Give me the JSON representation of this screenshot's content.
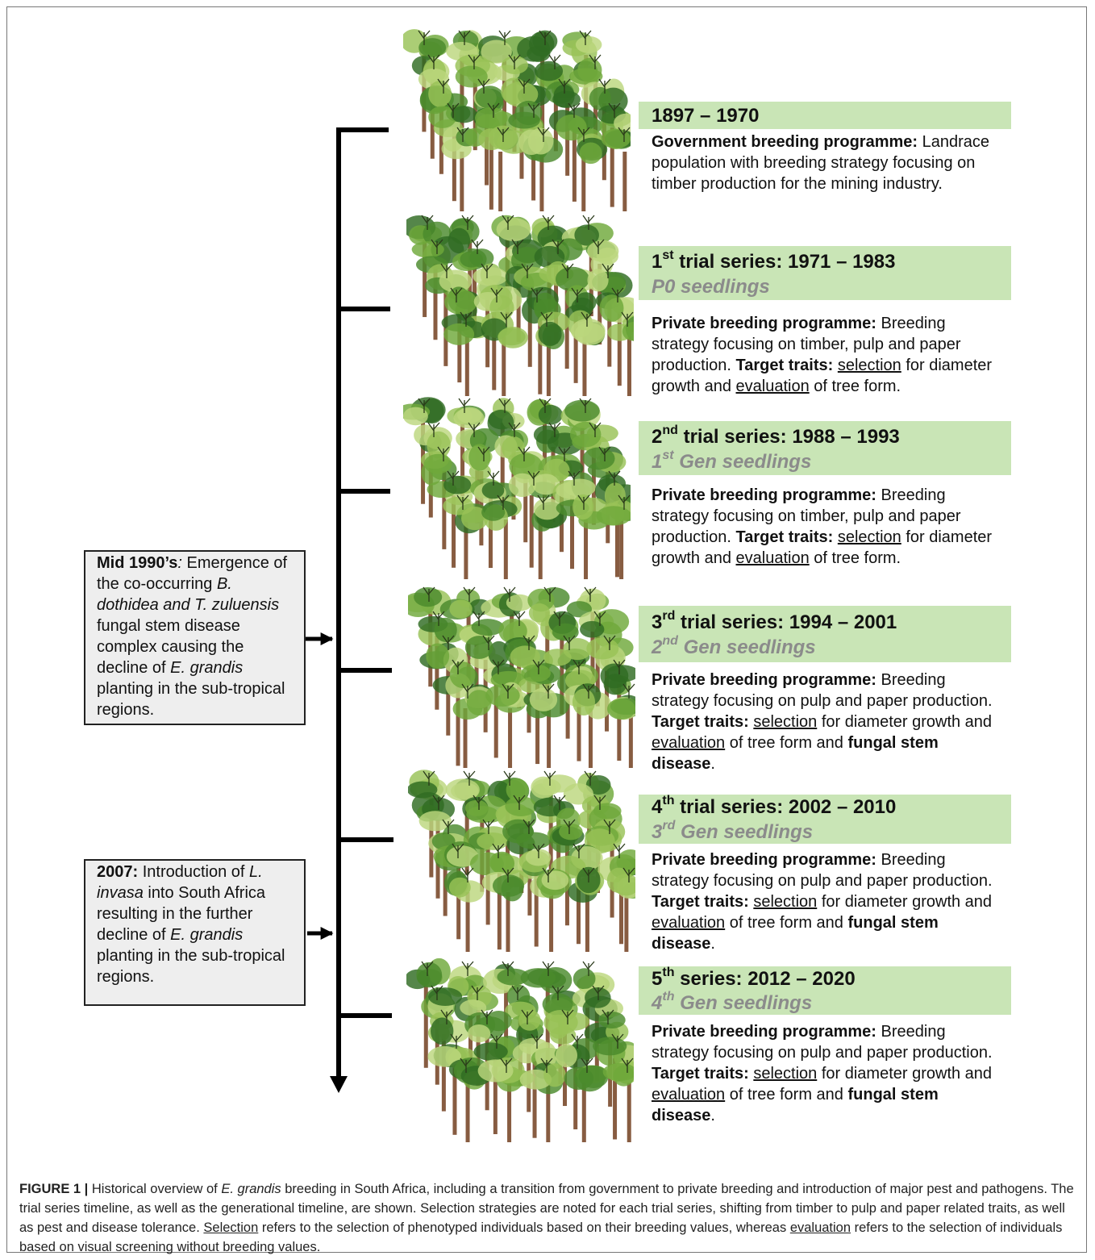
{
  "stages": [
    {
      "title_pre": "1897 – 1970",
      "title_sup": "",
      "title_post": "",
      "gen_pre": "",
      "gen_sup": "",
      "gen_post": "",
      "desc": [
        {
          "t": "Government breeding programme:",
          "s": "b"
        },
        {
          "t": " Landrace population with breeding strategy focusing on timber production for the mining industry.",
          "s": ""
        }
      ]
    },
    {
      "title_pre": "1",
      "title_sup": "st",
      "title_post": " trial series: 1971 – 1983",
      "gen_pre": "P0 seedlings",
      "gen_sup": "",
      "gen_post": "",
      "desc": [
        {
          "t": "Private breeding programme:",
          "s": "b"
        },
        {
          "t": " Breeding strategy focusing on timber, pulp and paper production. ",
          "s": ""
        },
        {
          "t": "Target traits:",
          "s": "b"
        },
        {
          "t": " ",
          "s": ""
        },
        {
          "t": "selection",
          "s": "u"
        },
        {
          "t": " for diameter growth and ",
          "s": ""
        },
        {
          "t": "evaluation",
          "s": "u"
        },
        {
          "t": " of tree form.",
          "s": ""
        }
      ]
    },
    {
      "title_pre": "2",
      "title_sup": "nd",
      "title_post": " trial series: 1988 – 1993",
      "gen_pre": "1",
      "gen_sup": "st",
      "gen_post": " Gen seedlings",
      "desc": [
        {
          "t": "Private breeding programme:",
          "s": "b"
        },
        {
          "t": " Breeding strategy focusing on timber, pulp and paper production. ",
          "s": ""
        },
        {
          "t": "Target traits:",
          "s": "b"
        },
        {
          "t": " ",
          "s": ""
        },
        {
          "t": "selection",
          "s": "u"
        },
        {
          "t": " for diameter growth and ",
          "s": ""
        },
        {
          "t": "evaluation",
          "s": "u"
        },
        {
          "t": " of tree form.",
          "s": ""
        }
      ]
    },
    {
      "title_pre": "3",
      "title_sup": "rd",
      "title_post": " trial series: 1994 – 2001",
      "gen_pre": "2",
      "gen_sup": "nd",
      "gen_post": " Gen seedlings",
      "desc": [
        {
          "t": "Private breeding programme:",
          "s": "b"
        },
        {
          "t": " Breeding strategy focusing on pulp and paper production. ",
          "s": ""
        },
        {
          "t": "Target traits:",
          "s": "b"
        },
        {
          "t": " ",
          "s": ""
        },
        {
          "t": "selection",
          "s": "u"
        },
        {
          "t": " for diameter growth and ",
          "s": ""
        },
        {
          "t": "evaluation",
          "s": "u"
        },
        {
          "t": " of tree form and ",
          "s": ""
        },
        {
          "t": "fungal stem disease",
          "s": "b"
        },
        {
          "t": ".",
          "s": ""
        }
      ]
    },
    {
      "title_pre": "4",
      "title_sup": "th",
      "title_post": " trial series: 2002 – 2010",
      "gen_pre": "3",
      "gen_sup": "rd",
      "gen_post": " Gen seedlings",
      "desc": [
        {
          "t": "Private breeding programme:",
          "s": "b"
        },
        {
          "t": " Breeding strategy focusing on pulp and paper production. ",
          "s": ""
        },
        {
          "t": "Target traits:",
          "s": "b"
        },
        {
          "t": " ",
          "s": ""
        },
        {
          "t": "selection",
          "s": "u"
        },
        {
          "t": " for diameter growth and ",
          "s": ""
        },
        {
          "t": "evaluation",
          "s": "u"
        },
        {
          "t": " of tree form and ",
          "s": ""
        },
        {
          "t": "fungal stem disease",
          "s": "b"
        },
        {
          "t": ".",
          "s": ""
        }
      ]
    },
    {
      "title_pre": "5",
      "title_sup": "th",
      "title_post": " series: 2012 – 2020",
      "gen_pre": "4",
      "gen_sup": "th",
      "gen_post": " Gen seedlings",
      "desc": [
        {
          "t": "Private breeding programme:",
          "s": "b"
        },
        {
          "t": " Breeding strategy focusing on pulp and paper production. ",
          "s": ""
        },
        {
          "t": "Target traits:",
          "s": "b"
        },
        {
          "t": " ",
          "s": ""
        },
        {
          "t": "selection",
          "s": "u"
        },
        {
          "t": " for diameter growth and ",
          "s": ""
        },
        {
          "t": "evaluation",
          "s": "u"
        },
        {
          "t": " of tree form and ",
          "s": ""
        },
        {
          "t": "fungal stem disease",
          "s": "b"
        },
        {
          "t": ".",
          "s": ""
        }
      ]
    }
  ],
  "events": [
    {
      "segments": [
        {
          "t": "Mid 1990’s",
          "s": "b"
        },
        {
          "t": ": ",
          "s": "i"
        },
        {
          "t": "Emergence of the co-occurring ",
          "s": ""
        },
        {
          "t": "B. dothidea and T. zuluensis",
          "s": "i"
        },
        {
          "t": " fungal stem disease complex causing the decline of ",
          "s": ""
        },
        {
          "t": "E. grandis",
          "s": "i"
        },
        {
          "t": " planting in the sub-tropical regions.",
          "s": ""
        }
      ]
    },
    {
      "segments": [
        {
          "t": "2007:",
          "s": "b"
        },
        {
          "t": " Introduction of ",
          "s": ""
        },
        {
          "t": "L. invasa",
          "s": "i"
        },
        {
          "t": " into South Africa resulting in the further decline of ",
          "s": ""
        },
        {
          "t": "E. grandis",
          "s": "i"
        },
        {
          "t": " planting in the sub-tropical regions.",
          "s": ""
        }
      ]
    }
  ],
  "caption": [
    {
      "t": "FIGURE 1 |",
      "s": "b"
    },
    {
      "t": " Historical overview of ",
      "s": ""
    },
    {
      "t": "E. grandis",
      "s": "i"
    },
    {
      "t": " breeding in South Africa, including a transition from government to private breeding and introduction of major pest and pathogens. The trial series timeline, as well as the generational timeline, are shown. Selection strategies are noted for each trial series, shifting from timber to pulp and paper related traits, as well as pest and disease tolerance. ",
      "s": ""
    },
    {
      "t": "Selection",
      "s": "u"
    },
    {
      "t": " refers to the selection of phenotyped individuals based on their breeding values, whereas ",
      "s": ""
    },
    {
      "t": "evaluation",
      "s": "u"
    },
    {
      "t": " refers to the selection of individuals based on visual screening without breeding values.",
      "s": ""
    }
  ],
  "colors": {
    "header_fill": "#c9e5b6",
    "generation_text": "#8b8b8b",
    "event_box_fill": "#eeeeee",
    "foliage": [
      "#2f6b22",
      "#4a8a2c",
      "#6fa83a",
      "#98c257",
      "#bcd77e"
    ],
    "trunk": "#7a4a2c"
  }
}
